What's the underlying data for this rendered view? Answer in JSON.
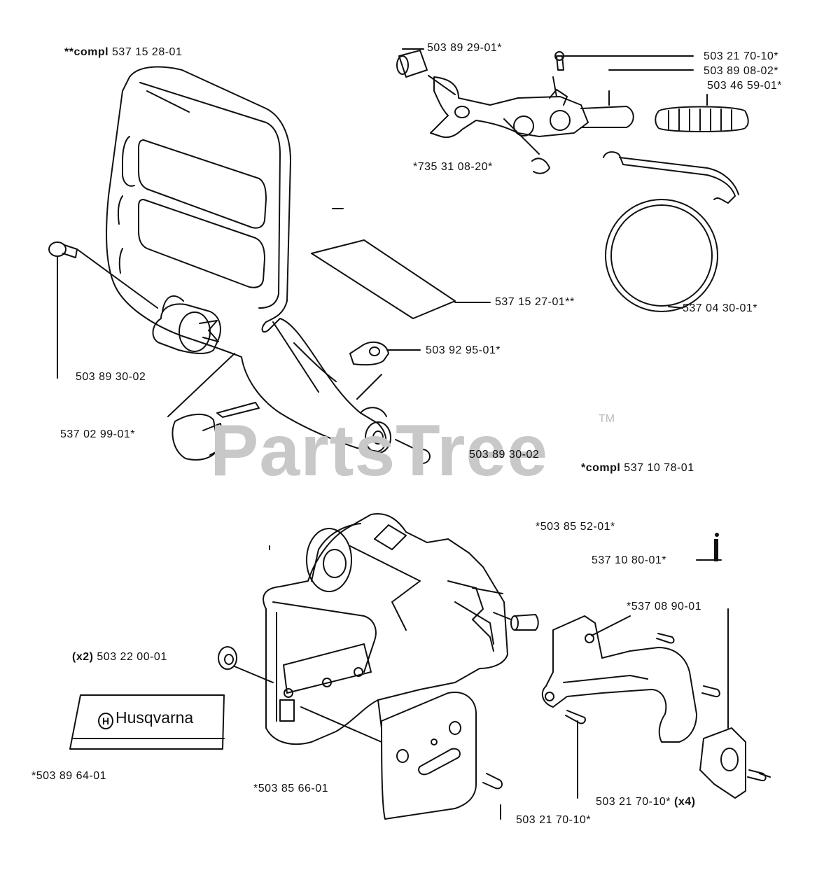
{
  "labels": {
    "compl_top_left_prefix": "**compl",
    "compl_top_left_num": "537 15 28-01",
    "p_503_89_29": "503 89 29-01*",
    "p_503_21_70_a": "503 21 70-10*",
    "p_503_89_08": "503 89 08-02*",
    "p_503_46_59": "503 46 59-01*",
    "p_735_31_08": "*735 31 08-20*",
    "p_537_15_27": "537 15 27-01**",
    "p_537_04_30": "537 04 30-01*",
    "p_503_89_30_a": "503 89 30-02",
    "p_503_92_95": "503 92 95-01*",
    "p_537_02_99": "537 02 99-01*",
    "p_503_89_30_b": "503 89 30-02",
    "compl_mid_prefix": "*compl",
    "compl_mid_num": "537 10 78-01",
    "p_503_85_52": "*503 85 52-01*",
    "p_537_10_80": "537 10 80-01*",
    "p_537_08_90": "*537 08 90-01",
    "p_503_22_00_qty": "(x2)",
    "p_503_22_00": "503 22 00-01",
    "p_503_89_64": "*503 89 64-01",
    "p_503_85_66": "*503 85 66-01",
    "p_503_21_70_b": "503 21 70-10*",
    "p_503_21_70_c": "503 21 70-10*",
    "p_503_21_70_c_qty": "(x4)"
  },
  "watermark": {
    "text": "PartsTree",
    "tm": "TM"
  },
  "logo": {
    "glyph": "H",
    "text": "Husqvarna"
  },
  "colors": {
    "line": "#111111",
    "watermark": "#c8c8c8"
  }
}
